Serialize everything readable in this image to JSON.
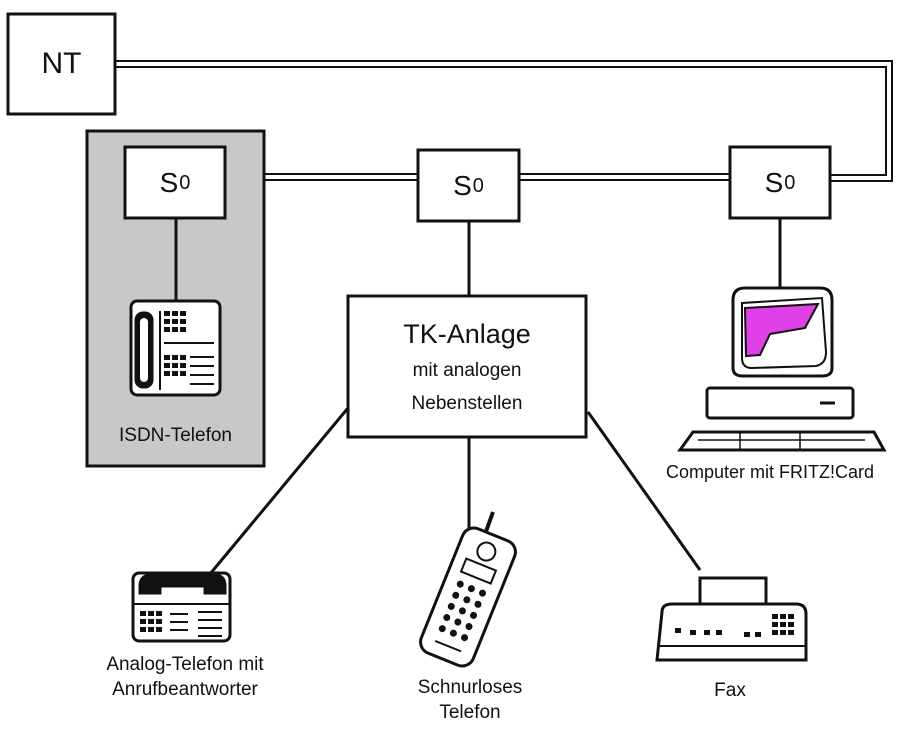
{
  "nt": {
    "label": "NT"
  },
  "s0": {
    "main": "S",
    "sub": "0"
  },
  "tk": {
    "title": "TK-Anlage",
    "line1": "mit analogen",
    "line2": "Nebenstellen"
  },
  "devices": {
    "isdn": "ISDN-Telefon",
    "computer": "Computer mit FRITZ!Card",
    "analog_line1": "Analog-Telefon mit",
    "analog_line2": "Anrufbeantworter",
    "cordless_line1": "Schnurloses",
    "cordless_line2": "Telefon",
    "fax": "Fax"
  },
  "colors": {
    "stroke": "#111111",
    "isdn_panel": "#c8c8c8",
    "screen_accent": "#e040e8"
  }
}
